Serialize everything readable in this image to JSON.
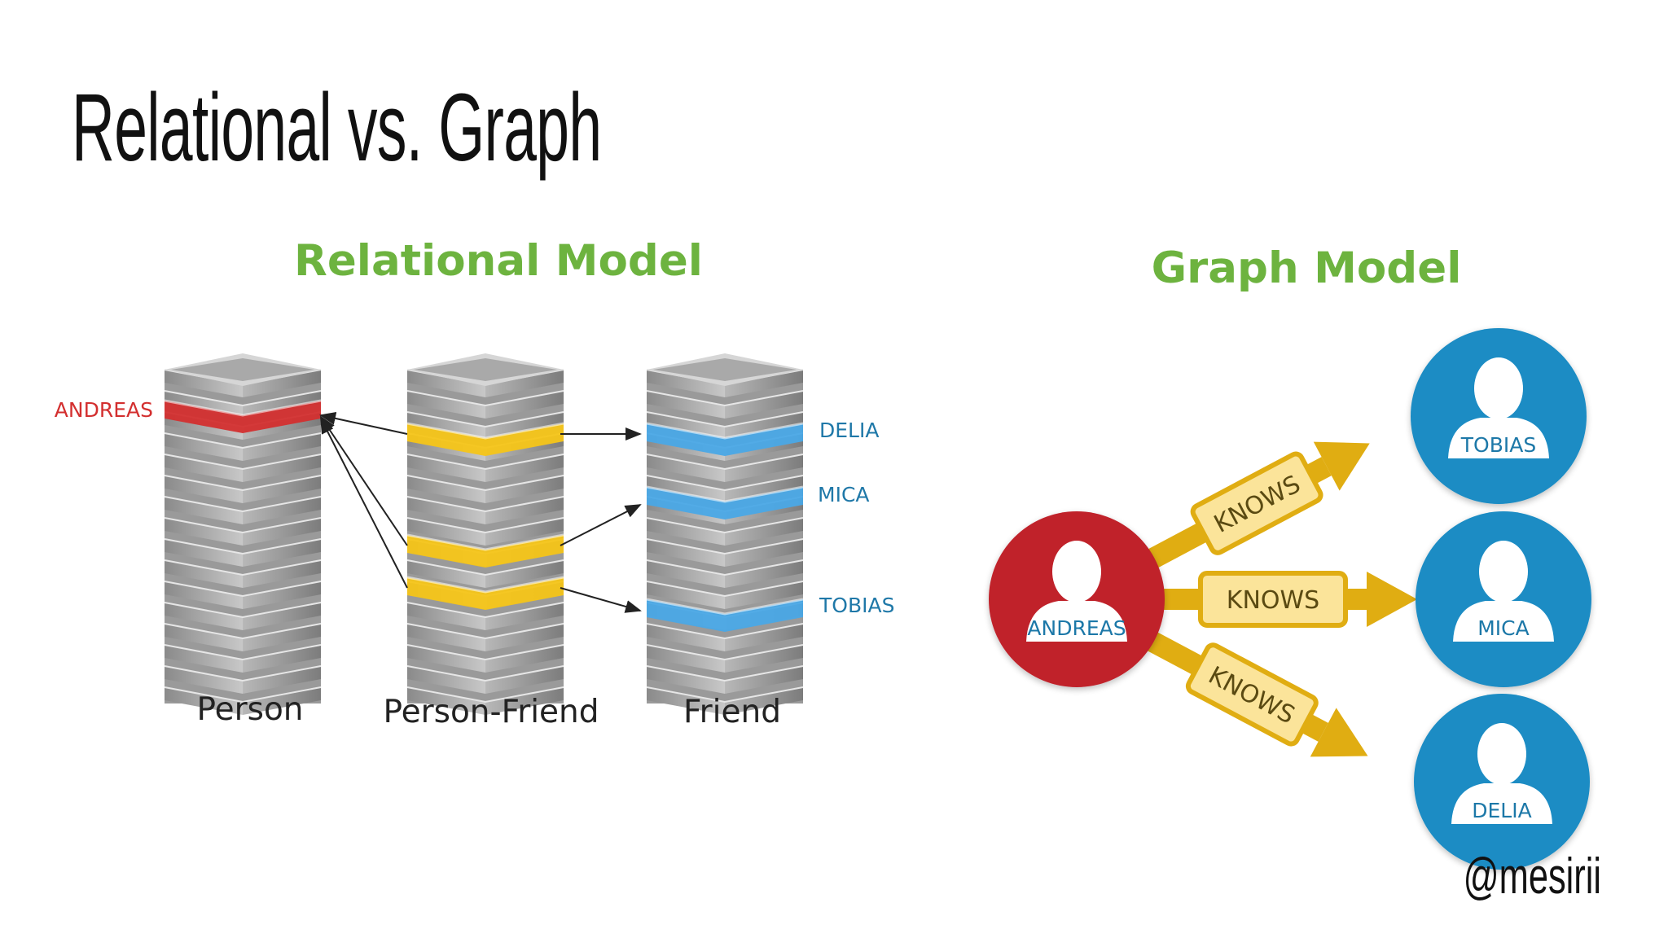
{
  "slide": {
    "title": "Relational vs. Graph",
    "handle": "@mesirii"
  },
  "relational": {
    "title": "Relational Model",
    "tables": [
      {
        "name": "Person"
      },
      {
        "name": "Person-Friend"
      },
      {
        "name": "Friend"
      }
    ],
    "row_labels": [
      "ANDREAS",
      "DELIA",
      "MICA",
      "TOBIAS"
    ]
  },
  "graph": {
    "title": "Graph Model",
    "nodes": [
      "ANDREAS",
      "TOBIAS",
      "MICA",
      "DELIA"
    ],
    "edge_label": "KNOWS"
  },
  "colors": {
    "green_heading": "#6db33f",
    "andreas_red": "#d32f2f",
    "friend_blue": "#1f8fc7",
    "join_yellow": "#f5c518",
    "edge_gold": "#e0ad12",
    "node_blue": "#1a8cc4",
    "node_red": "#c0202a"
  }
}
